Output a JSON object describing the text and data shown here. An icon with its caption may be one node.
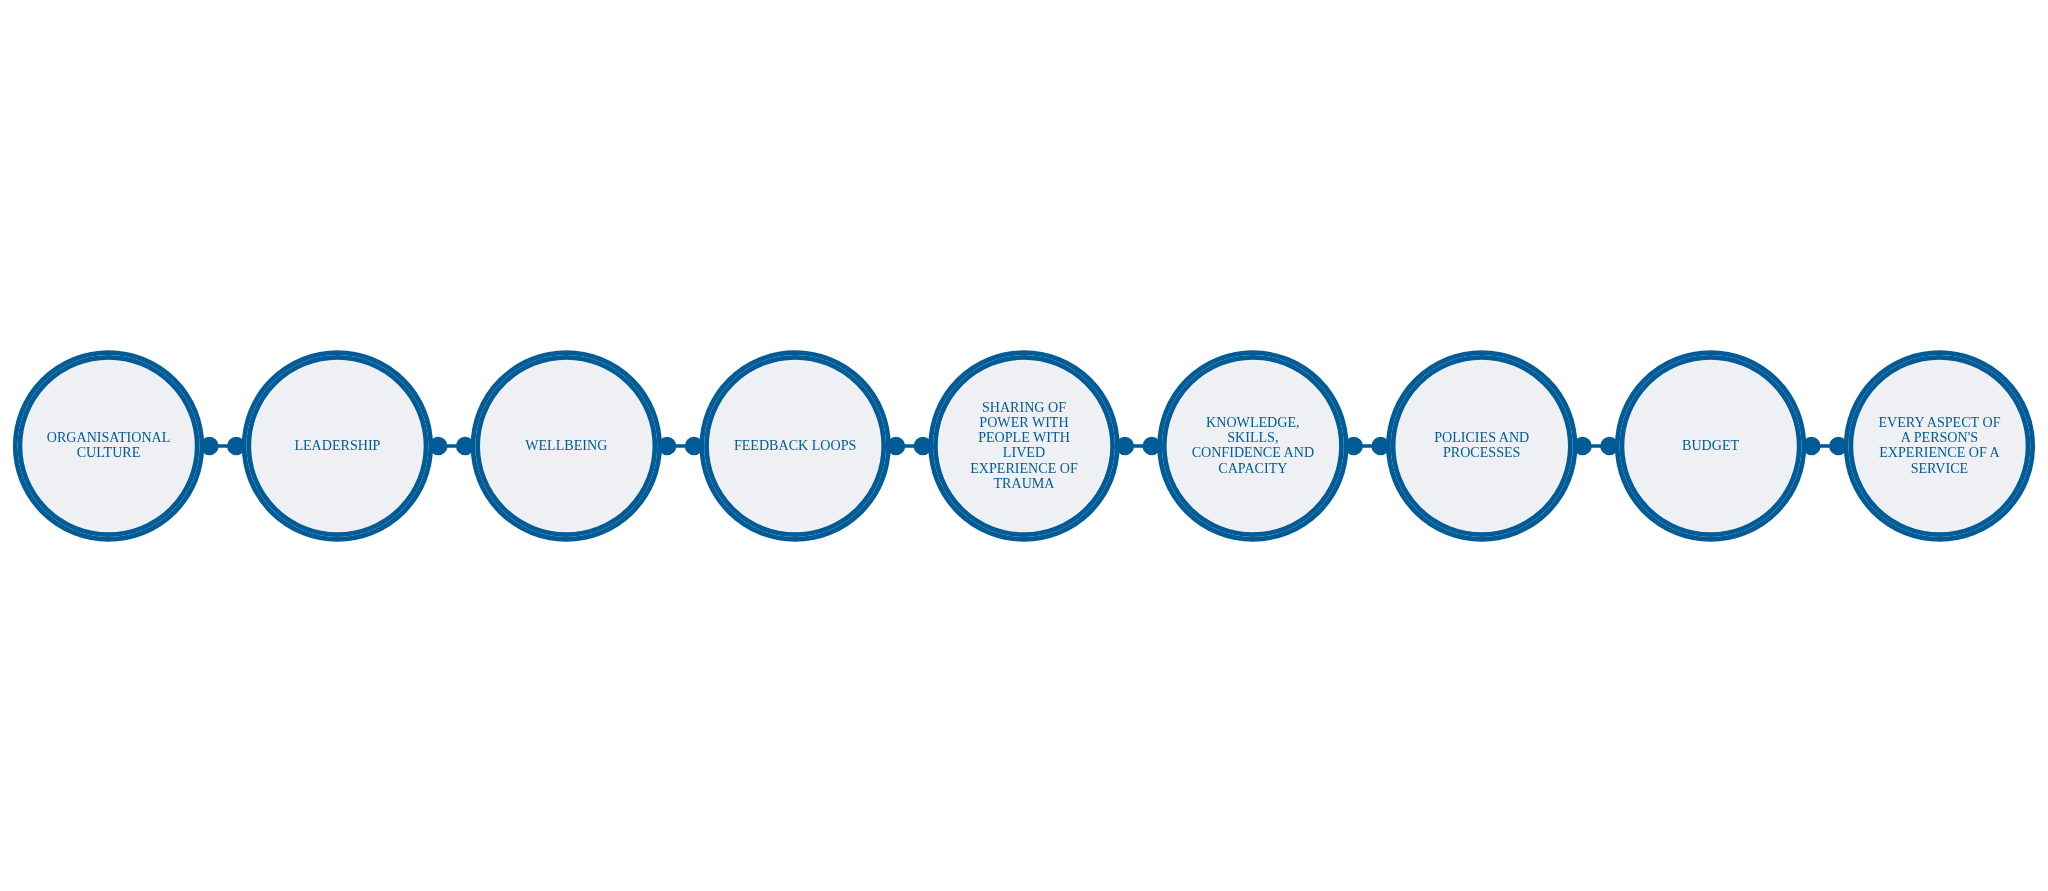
{
  "diagram": {
    "nodes": [
      {
        "text": [
          "ORGANISATIONAL CULTURE"
        ]
      },
      {
        "text": [
          "LEADERSHIP"
        ]
      },
      {
        "text": [
          "WELLBEING"
        ]
      },
      {
        "text": [
          "FEEDBACK LOOPS"
        ]
      },
      {
        "text": [
          "SHARING OF POWER WITH PEOPLE WITH LIVED EXPERIENCE OF TRAUMA"
        ]
      },
      {
        "text": [
          "KNOWLEDGE, SKILLS, CONFIDENCE AND CAPACITY"
        ]
      },
      {
        "text": [
          "POLICIES AND PROCESSES"
        ]
      },
      {
        "text": [
          "BUDGET"
        ]
      },
      {
        "text": [
          "EVERY ASPECT OF A PERSON'S EXPERIENCE OF A SERVICE"
        ]
      }
    ],
    "edges": [
      {
        "from": 0,
        "to": 1,
        "arrow": "other"
      },
      {
        "from": 1,
        "to": 2,
        "arrow": "other"
      },
      {
        "from": 2,
        "to": 3,
        "arrow": "other"
      },
      {
        "from": 3,
        "to": 4,
        "arrow": "other"
      },
      {
        "from": 4,
        "to": 5,
        "arrow": "other"
      },
      {
        "from": 5,
        "to": 6,
        "arrow": "other"
      },
      {
        "from": 6,
        "to": 7,
        "arrow": "other"
      },
      {
        "from": 7,
        "to": 8,
        "arrow": "other"
      }
    ]
  }
}
